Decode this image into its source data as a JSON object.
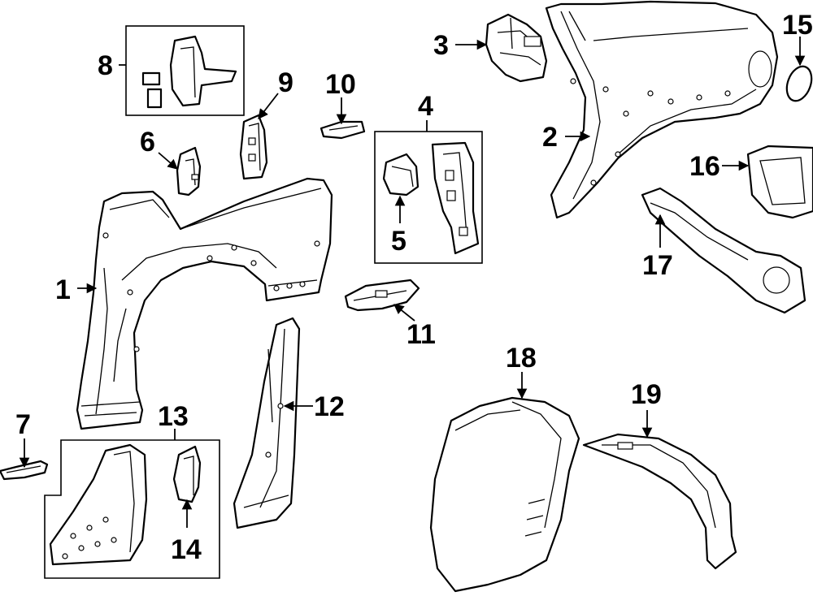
{
  "callouts": [
    {
      "id": "1",
      "text": "1"
    },
    {
      "id": "2",
      "text": "2"
    },
    {
      "id": "3",
      "text": "3"
    },
    {
      "id": "4",
      "text": "4"
    },
    {
      "id": "5",
      "text": "5"
    },
    {
      "id": "6",
      "text": "6"
    },
    {
      "id": "7",
      "text": "7"
    },
    {
      "id": "8",
      "text": "8"
    },
    {
      "id": "9",
      "text": "9"
    },
    {
      "id": "10",
      "text": "10"
    },
    {
      "id": "11",
      "text": "11"
    },
    {
      "id": "12",
      "text": "12"
    },
    {
      "id": "13",
      "text": "13"
    },
    {
      "id": "14",
      "text": "14"
    },
    {
      "id": "15",
      "text": "15"
    },
    {
      "id": "16",
      "text": "16"
    },
    {
      "id": "17",
      "text": "17"
    },
    {
      "id": "18",
      "text": "18"
    },
    {
      "id": "19",
      "text": "19"
    }
  ],
  "colors": {
    "line": "#000000",
    "background": "#ffffff"
  }
}
